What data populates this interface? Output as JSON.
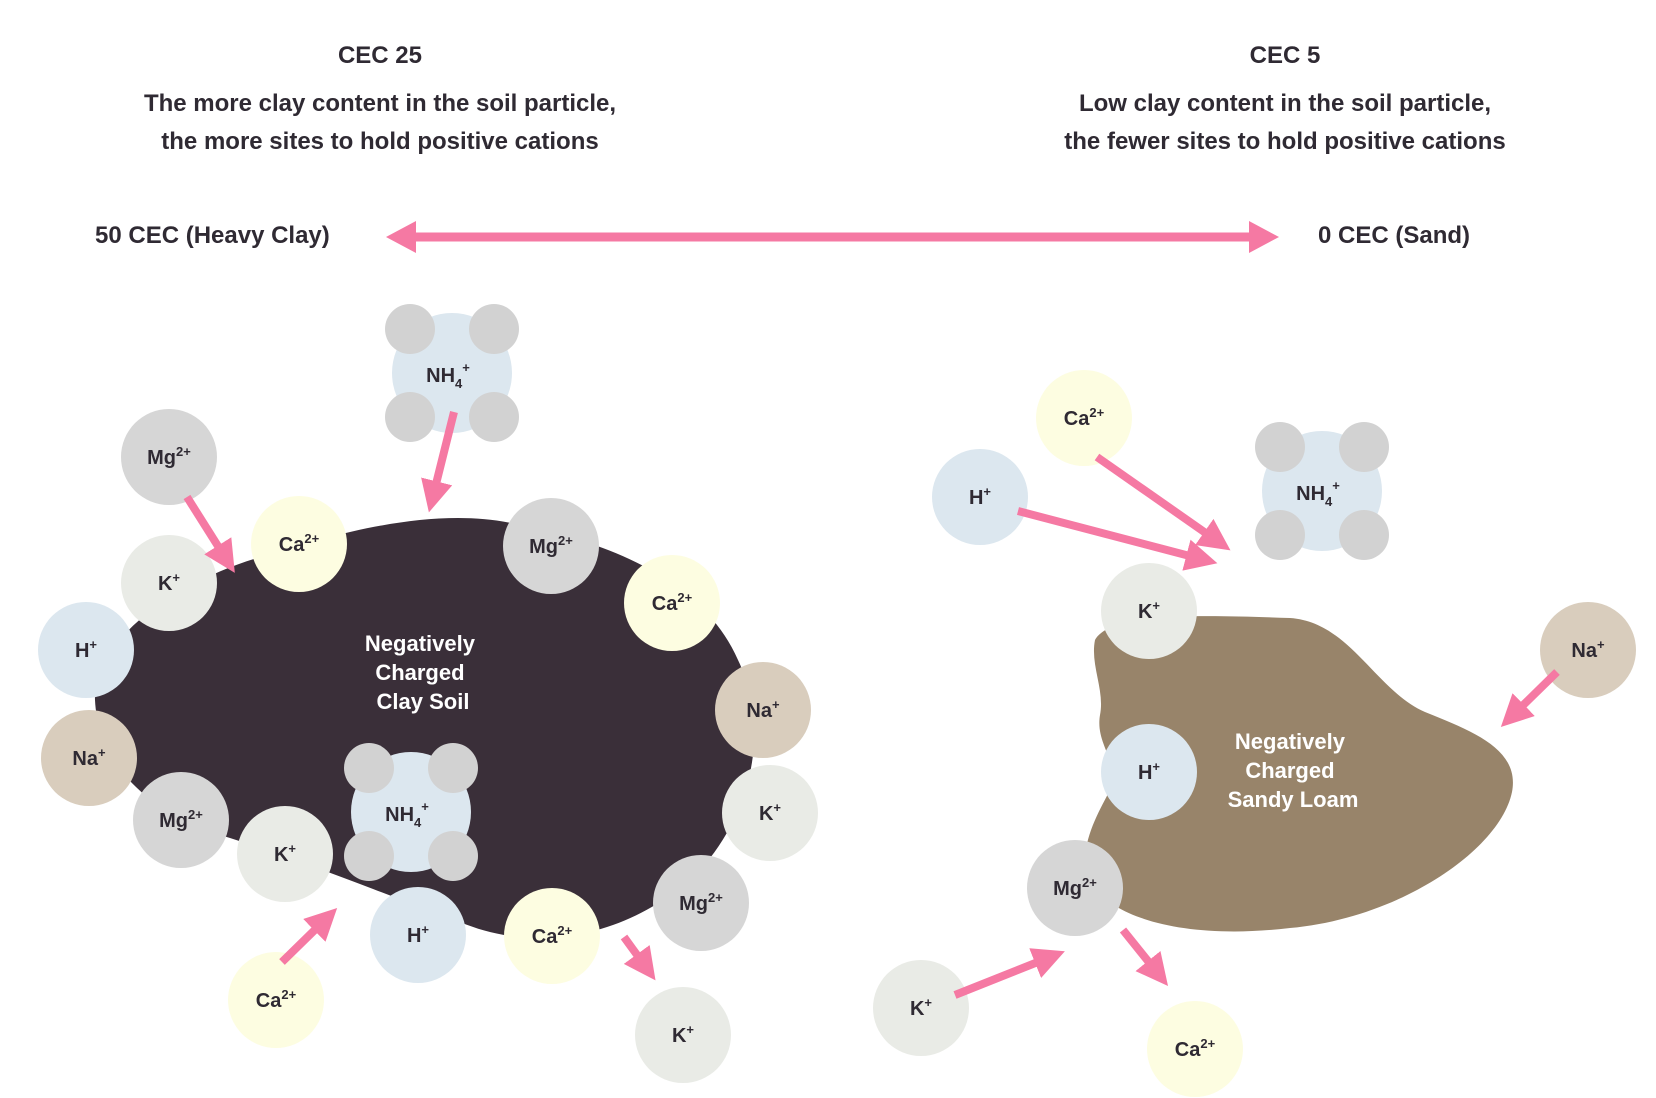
{
  "left_header": {
    "title": "CEC 25",
    "line1": "The more clay content in the soil particle,",
    "line2": "the more sites to hold positive cations"
  },
  "right_header": {
    "title": "CEC 5",
    "line1": "Low clay content in the soil particle,",
    "line2": "the fewer sites to hold positive cations"
  },
  "scale": {
    "left_label": "50 CEC (Heavy Clay)",
    "right_label": "0 CEC (Sand)"
  },
  "clay_soil": {
    "label_lines": [
      "Negatively",
      "Charged",
      "Clay Soil"
    ]
  },
  "sandy_loam": {
    "label_lines": [
      "Negatively",
      "Charged",
      "Sandy Loam"
    ]
  },
  "ions": {
    "h": {
      "base": "H",
      "sup": "+",
      "sub": ""
    },
    "k": {
      "base": "K",
      "sup": "+",
      "sub": ""
    },
    "na": {
      "base": "Na",
      "sup": "+",
      "sub": ""
    },
    "ca": {
      "base": "Ca",
      "sup": "2+",
      "sub": ""
    },
    "mg": {
      "base": "Mg",
      "sup": "2+",
      "sub": ""
    },
    "nh4": {
      "base": "NH",
      "sup": "+",
      "sub": "4"
    }
  },
  "colors": {
    "arrow_pink": "#f579a3",
    "clay_dark": "#3a2f39",
    "sandy_loam": "#98846a",
    "h_ion": "#dce7ef",
    "k_ion": "#e9ebe6",
    "na_ion": "#d9cdbd",
    "ca_ion": "#fdfde1",
    "mg_ion": "#d6d6d6",
    "nh4_body": "#dce7ef",
    "nh4_lobe": "#d2d2d2"
  }
}
